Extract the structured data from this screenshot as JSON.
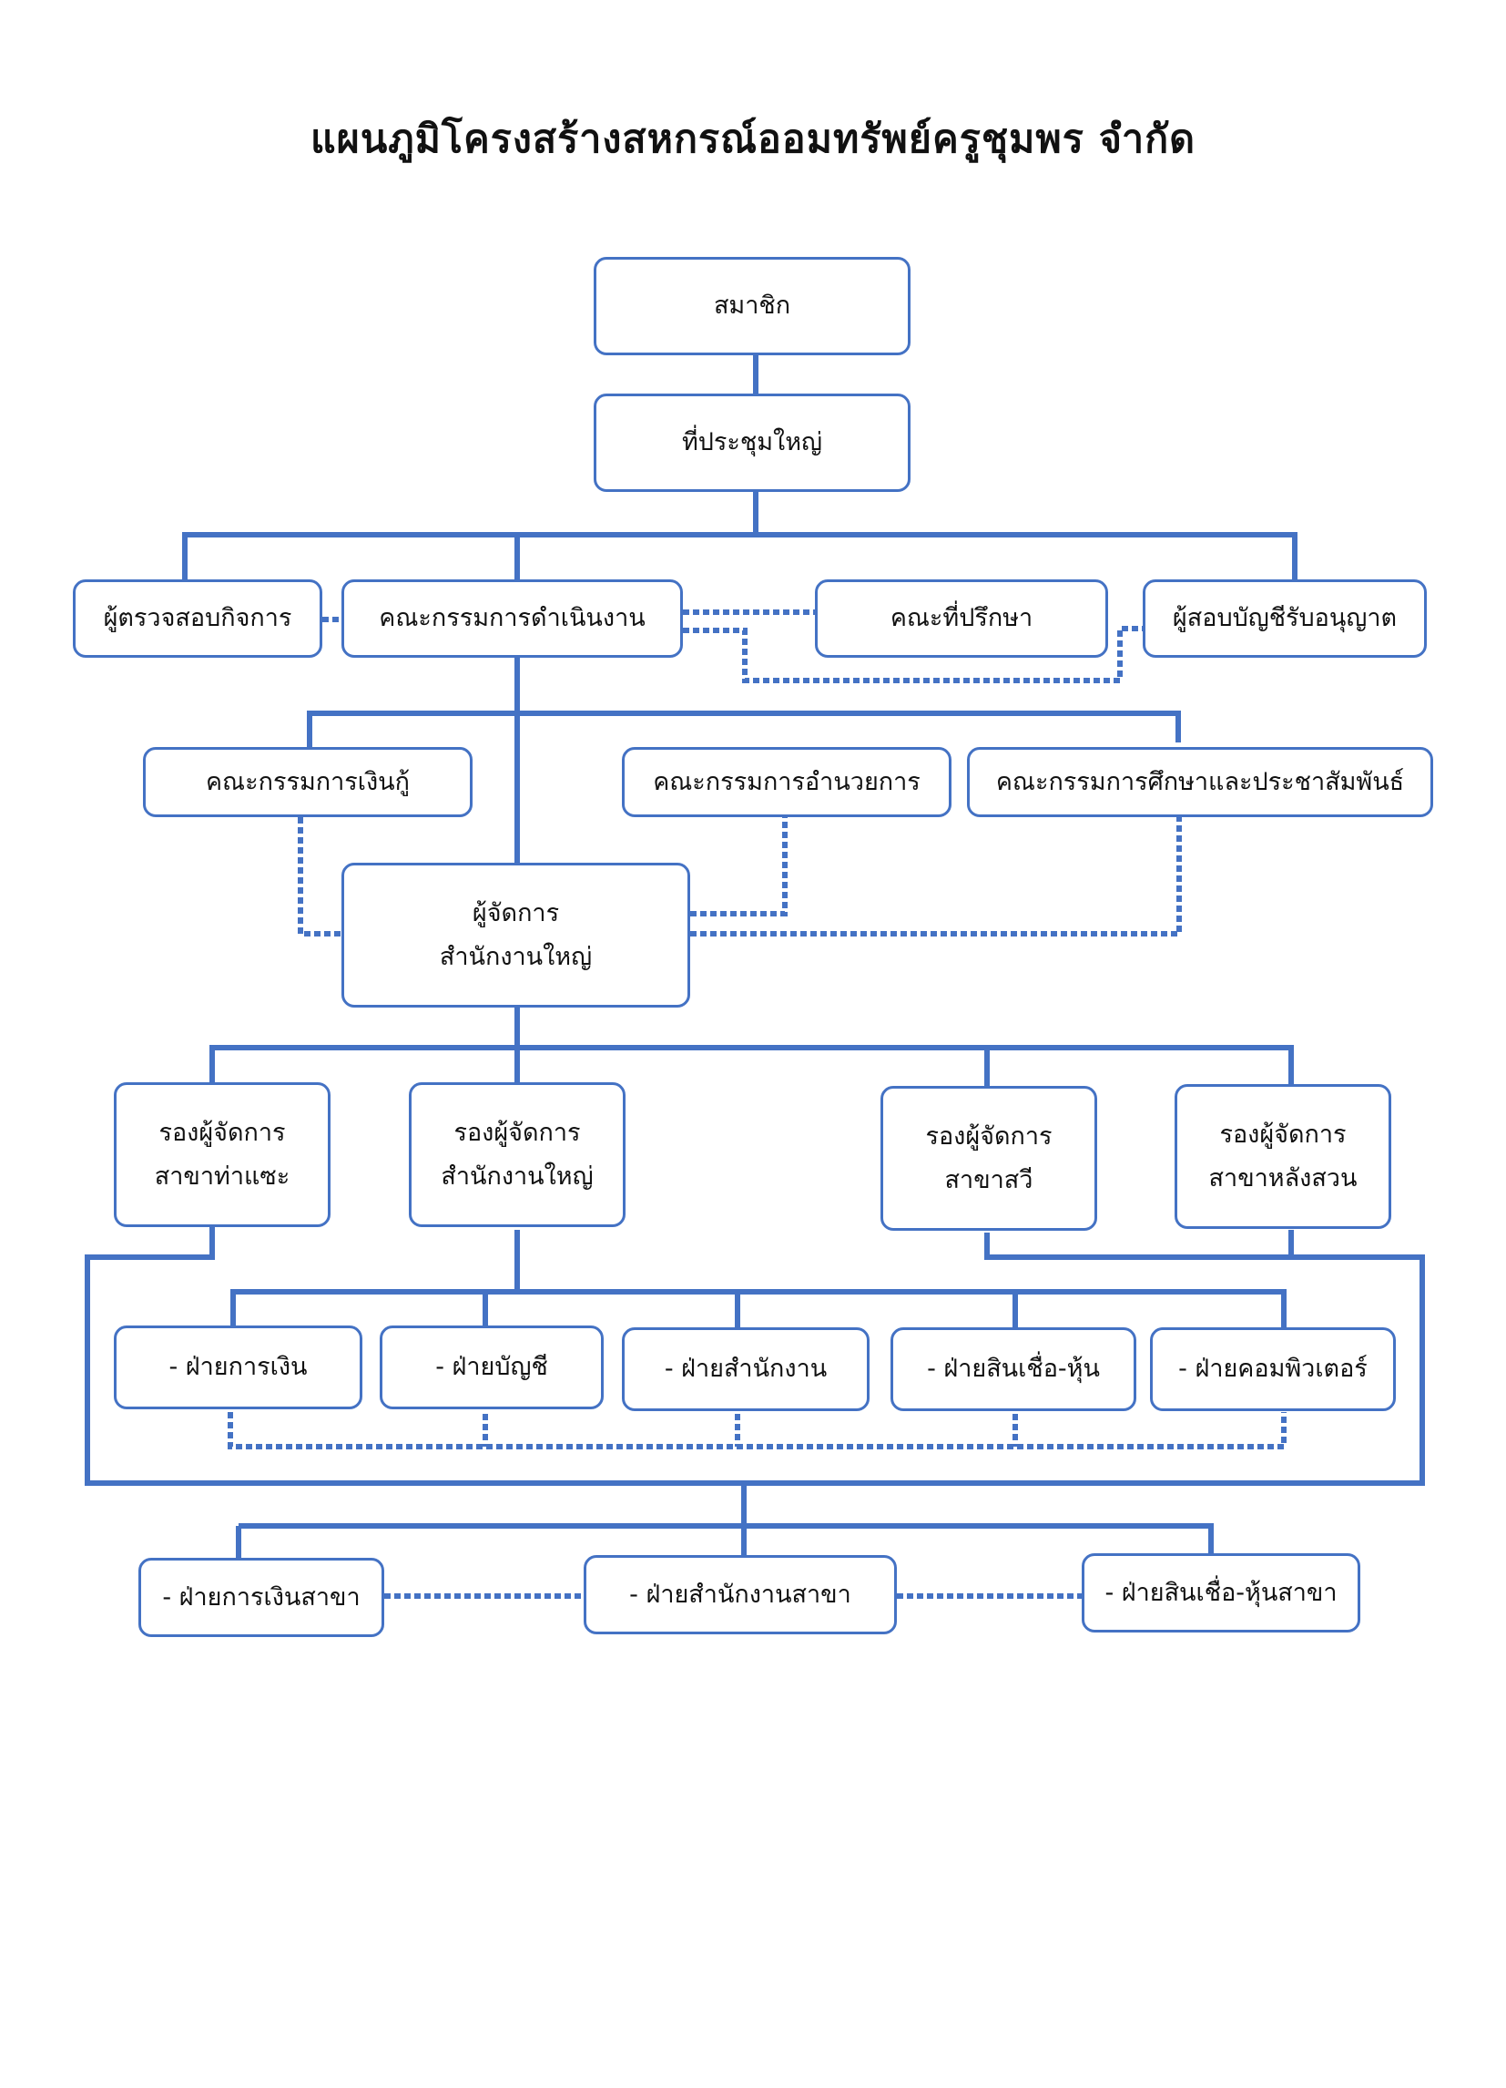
{
  "title": "แผนภูมิโครงสร้างสหกรณ์ออมทรัพย์ครูชุมพร จำกัด",
  "line_color": "#4472c4",
  "nodes": {
    "members": "สมาชิก",
    "general_meeting": "ที่ประชุมใหญ่",
    "inspector": "ผู้ตรวจสอบกิจการ",
    "board": "คณะกรรมการดำเนินงาน",
    "advisors": "คณะที่ปรึกษา",
    "auditor": "ผู้สอบบัญชีรับอนุญาต",
    "loan_committee": "คณะกรรมการเงินกู้",
    "admin_committee": "คณะกรรมการอำนวยการ",
    "education_committee": "คณะกรรมการศึกษาและประชาสัมพันธ์",
    "manager": [
      "ผู้จัดการ",
      "สำนักงานใหญ่"
    ],
    "deputy_thasae": [
      "รองผู้จัดการ",
      "สาขาท่าแซะ"
    ],
    "deputy_hq": [
      "รองผู้จัดการ",
      "สำนักงานใหญ่"
    ],
    "deputy_sawi": [
      "รองผู้จัดการ",
      "สาขาสวี"
    ],
    "deputy_langsuan": [
      "รองผู้จัดการ",
      "สาขาหลังสวน"
    ],
    "dept_finance": "- ฝ่ายการเงิน",
    "dept_accounting": "- ฝ่ายบัญชี",
    "dept_office": "- ฝ่ายสำนักงาน",
    "dept_credit": "- ฝ่ายสินเชื่อ-หุ้น",
    "dept_computer": "- ฝ่ายคอมพิวเตอร์",
    "branch_finance": "- ฝ่ายการเงินสาขา",
    "branch_office": "- ฝ่ายสำนักงานสาขา",
    "branch_credit": "- ฝ่ายสินเชื่อ-หุ้นสาขา"
  }
}
